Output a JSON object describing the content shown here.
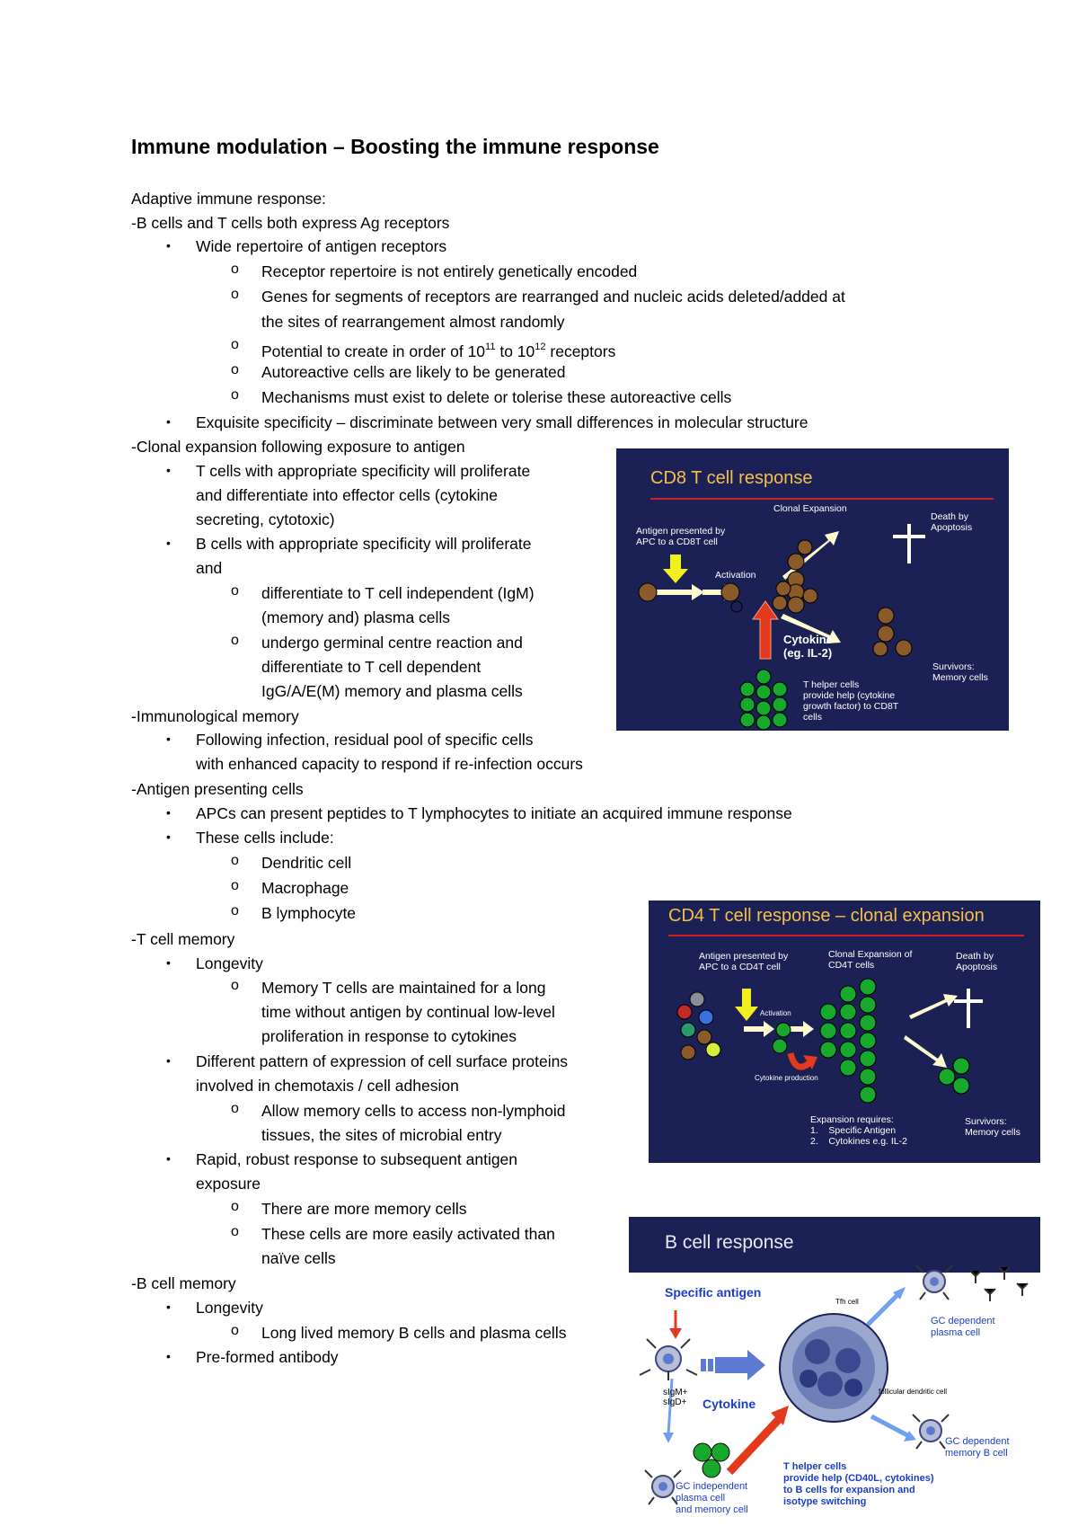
{
  "title": "Immune modulation – Boosting the immune response",
  "lines": {
    "l1": "Adaptive immune response:",
    "l2": "-B cells and T cells both express Ag receptors",
    "l3": "Wide repertoire of antigen receptors",
    "l4": "Receptor repertoire is not entirely genetically encoded",
    "l5a": "Genes for segments of receptors are rearranged and nucleic acids deleted/added at",
    "l5b": "the sites of rearrangement almost randomly",
    "l6a": "Potential to create in order of 10",
    "l6s1": "11",
    "l6b": " to 10",
    "l6s2": "12",
    "l6c": " receptors",
    "l7": "Autoreactive cells are likely to be generated",
    "l8": "Mechanisms must exist to delete or tolerise these autoreactive cells",
    "l9": "Exquisite specificity – discriminate between very small differences in molecular structure",
    "l10": "-Clonal expansion following exposure to antigen",
    "l11a": "T cells with appropriate specificity will proliferate",
    "l11b": "and differentiate into effector cells (cytokine",
    "l11c": "secreting, cytotoxic)",
    "l12a": "B cells with appropriate specificity will proliferate",
    "l12b": "and",
    "l13a": "differentiate to T cell independent (IgM)",
    "l13b": "(memory and) plasma cells",
    "l14a": "undergo germinal centre reaction and",
    "l14b": "differentiate to T cell dependent",
    "l14c": "IgG/A/E(M) memory and plasma cells",
    "l15": "-Immunological memory",
    "l16a": "Following infection, residual pool of specific cells",
    "l16b": "with enhanced capacity to respond if re-infection occurs",
    "l17": "-Antigen presenting cells",
    "l18": "APCs can present peptides to T lymphocytes to initiate an acquired immune response",
    "l19": "These cells include:",
    "l20": "Dendritic cell",
    "l21": "Macrophage",
    "l22": "B lymphocyte",
    "l23": "-T cell memory",
    "l24": "Longevity",
    "l25a": "Memory T cells are maintained for a long",
    "l25b": "time without antigen by continual low-level",
    "l25c": "proliferation in response to cytokines",
    "l26a": "Different pattern of expression of cell surface proteins",
    "l26b": "involved in chemotaxis / cell adhesion",
    "l27a": "Allow memory cells to access non-lymphoid",
    "l27b": "tissues, the sites of microbial entry",
    "l28a": "Rapid, robust response to subsequent antigen",
    "l28b": "exposure",
    "l29": "There are more memory cells",
    "l30a": "These cells are more easily activated than",
    "l30b": "naïve cells",
    "l31": "-B cell memory",
    "l32": "Longevity",
    "l33": "Long lived memory B cells and plasma cells",
    "l34": "Pre-formed antibody"
  },
  "bullet_glyph": "•",
  "sub_bullet_glyph": "o",
  "fig_cd8": {
    "title": "CD8 T cell response",
    "clonal": "Clonal Expansion",
    "antigen": "Antigen presented by\nAPC to a CD8T cell",
    "activation": "Activation",
    "death": "Death by\nApoptosis",
    "cytokine": "Cytokine\n(eg. IL-2)",
    "survivors": "Survivors:\nMemory cells",
    "thelper": "T helper cells\nprovide help (cytokine\ngrowth factor) to CD8T\ncells"
  },
  "fig_cd4": {
    "title": "CD4 T cell response – clonal expansion",
    "antigen": "Antigen presented by\nAPC to a CD4T cell",
    "clonal": "Clonal Expansion of\nCD4T cells",
    "death": "Death by\nApoptosis",
    "activation": "Activation",
    "cytokine_prod": "Cytokine production",
    "expansion": "Expansion requires:\n1.    Specific Antigen\n2.    Cytokines e.g. IL-2",
    "survivors": "Survivors:\nMemory cells"
  },
  "fig_b": {
    "title": "B cell response",
    "specific": "Specific antigen",
    "tfh": "Tfh cell",
    "gc_plasma": "GC dependent\nplasma cell",
    "sigm": "sIgM+\nsIgD+",
    "cytokine": "Cytokine",
    "fdc": "follicular dendritic cell",
    "gc_memory": "GC dependent\nmemory B cell",
    "thelper": "T helper cells\nprovide help (CD40L, cytokines)\nto B cells for expansion and\nisotype switching",
    "gc_indep": "GC independent\nplasma cell\nand memory cell"
  }
}
